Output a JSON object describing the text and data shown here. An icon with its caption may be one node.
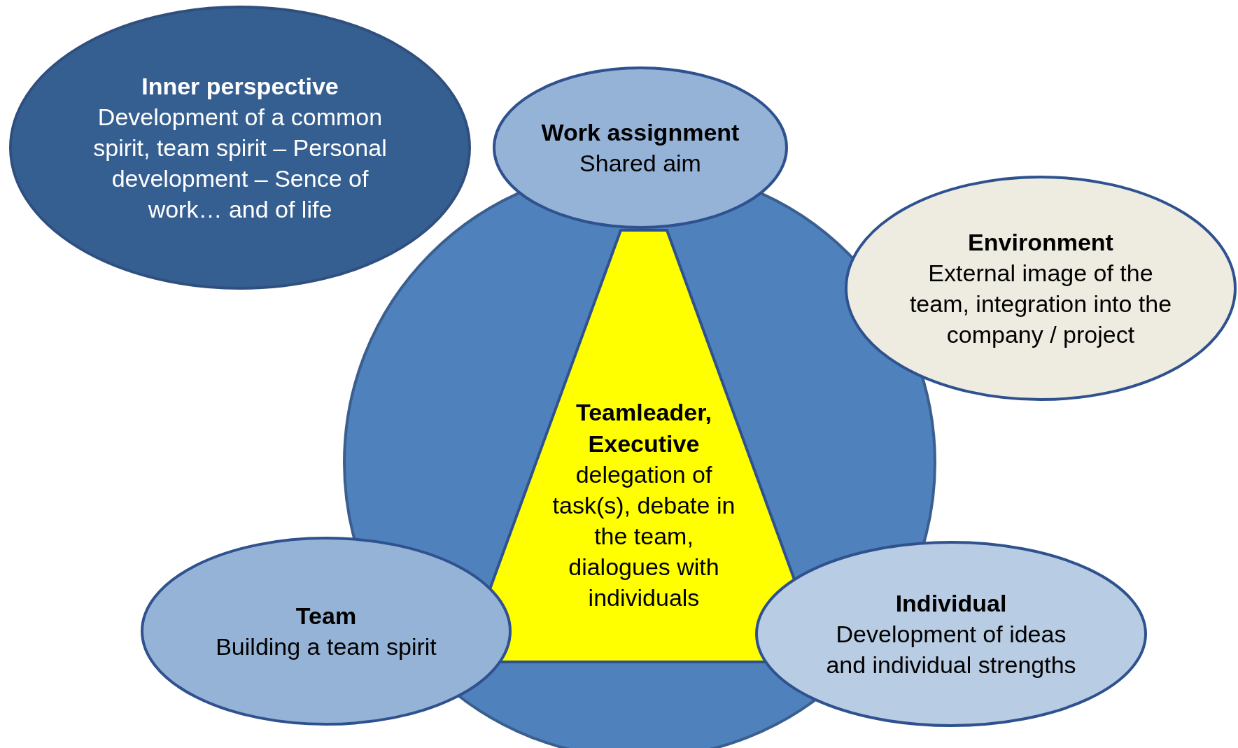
{
  "diagram": {
    "nodes": [
      {
        "text": [
          "Inner perspective",
          "Development of a common spirit, team spirit – Personal development – Sence of work… and of life"
        ]
      },
      {
        "text": [],
        "shape": "circle"
      },
      {
        "text": [
          "Work assignment",
          "Shared aim"
        ]
      },
      {
        "text": [
          "Environment",
          "External image of the team, integration into the company / project"
        ]
      },
      {
        "text": [
          "Teamleader, Executive",
          "delegation of task(s), debate in the team, dialogues with individuals"
        ],
        "in": 1
      },
      {
        "text": [
          "Team",
          "Building a team spirit"
        ]
      },
      {
        "text": [
          "Individual",
          "Development of ideas and individual strengths"
        ]
      }
    ]
  }
}
